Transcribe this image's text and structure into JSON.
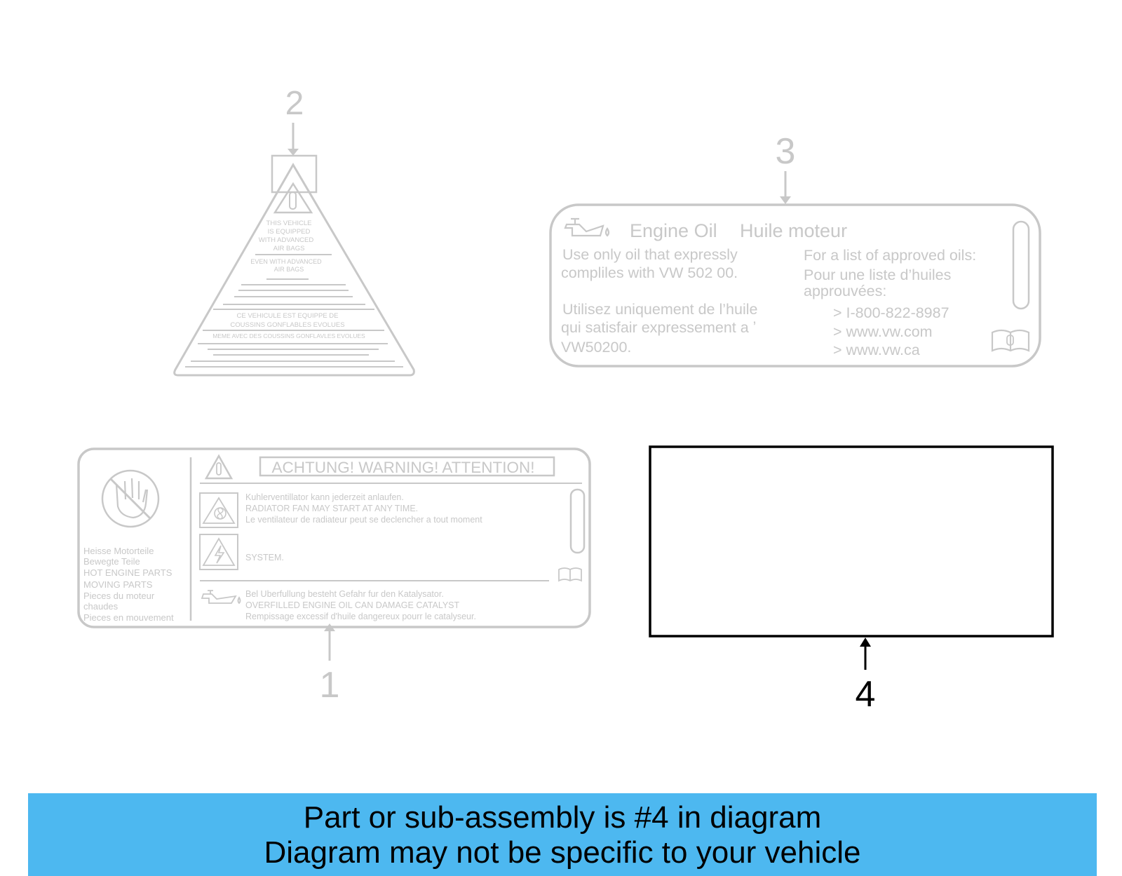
{
  "callouts": {
    "c1": "1",
    "c2": "2",
    "c3": "3",
    "c4": "4"
  },
  "label1": {
    "heading": "ACHTUNG! WARNING! ATTENTION!",
    "left_lines": [
      "Heisse Motorteile",
      "Bewegte Teile",
      "HOT ENGINE PARTS",
      "MOVING PARTS",
      "Pieces du moteur",
      "chaudes",
      "Pieces en mouvement"
    ],
    "fan_lines": [
      "Kuhlerventillator kann jederzeit anlaufen.",
      "RADIATOR FAN MAY START AT ANY TIME.",
      "Le ventilateur de radiateur peut se declencher a tout moment"
    ],
    "system": "SYSTEM.",
    "oil_lines": [
      "Bel Uberfullung besteht Gefahr fur den Katalysator.",
      "OVERFILLED ENGINE OIL CAN DAMAGE CATALYST",
      "Rempissage excessif d'huile dangereux pourr le catalyseur."
    ]
  },
  "label2": {
    "lines_a": [
      "THIS VEHICLE",
      "IS EQUIPPED",
      "WITH ADVANCED",
      "AIR BAGS"
    ],
    "lines_b": [
      "EVEN WITH ADVANCED",
      "AIR BAGS"
    ],
    "lines_c": [
      "CE VEHICULE EST EQUIPPE DE",
      "COUSSINS GONFLABLES EVOLUES"
    ],
    "line_d": "MEME AVEC DES COUSSINS GONFLAVLES EVOLUES"
  },
  "label3": {
    "title_en": "Engine Oil",
    "title_fr": "Huile moteur",
    "left_lines": [
      "Use only oil that expressly",
      "compliles with VW 502 00.",
      "Utilisez uniquement de l’huile",
      "qui satisfair expressement a ʼ",
      "VW50200."
    ],
    "right_lines": [
      "For a list of approved oils:",
      "Pour une liste d’huiles",
      "approuvées:"
    ],
    "contacts": [
      "> I-800-822-8987",
      "> www.vw.com",
      "> www.vw.ca"
    ]
  },
  "banner": {
    "line1": "Part or sub-assembly is #4 in diagram",
    "line2": "Diagram may not be specific to your vehicle",
    "color": "#4db8f0"
  },
  "colors": {
    "faded": "#c8c8c8",
    "highlight": "#000000"
  }
}
